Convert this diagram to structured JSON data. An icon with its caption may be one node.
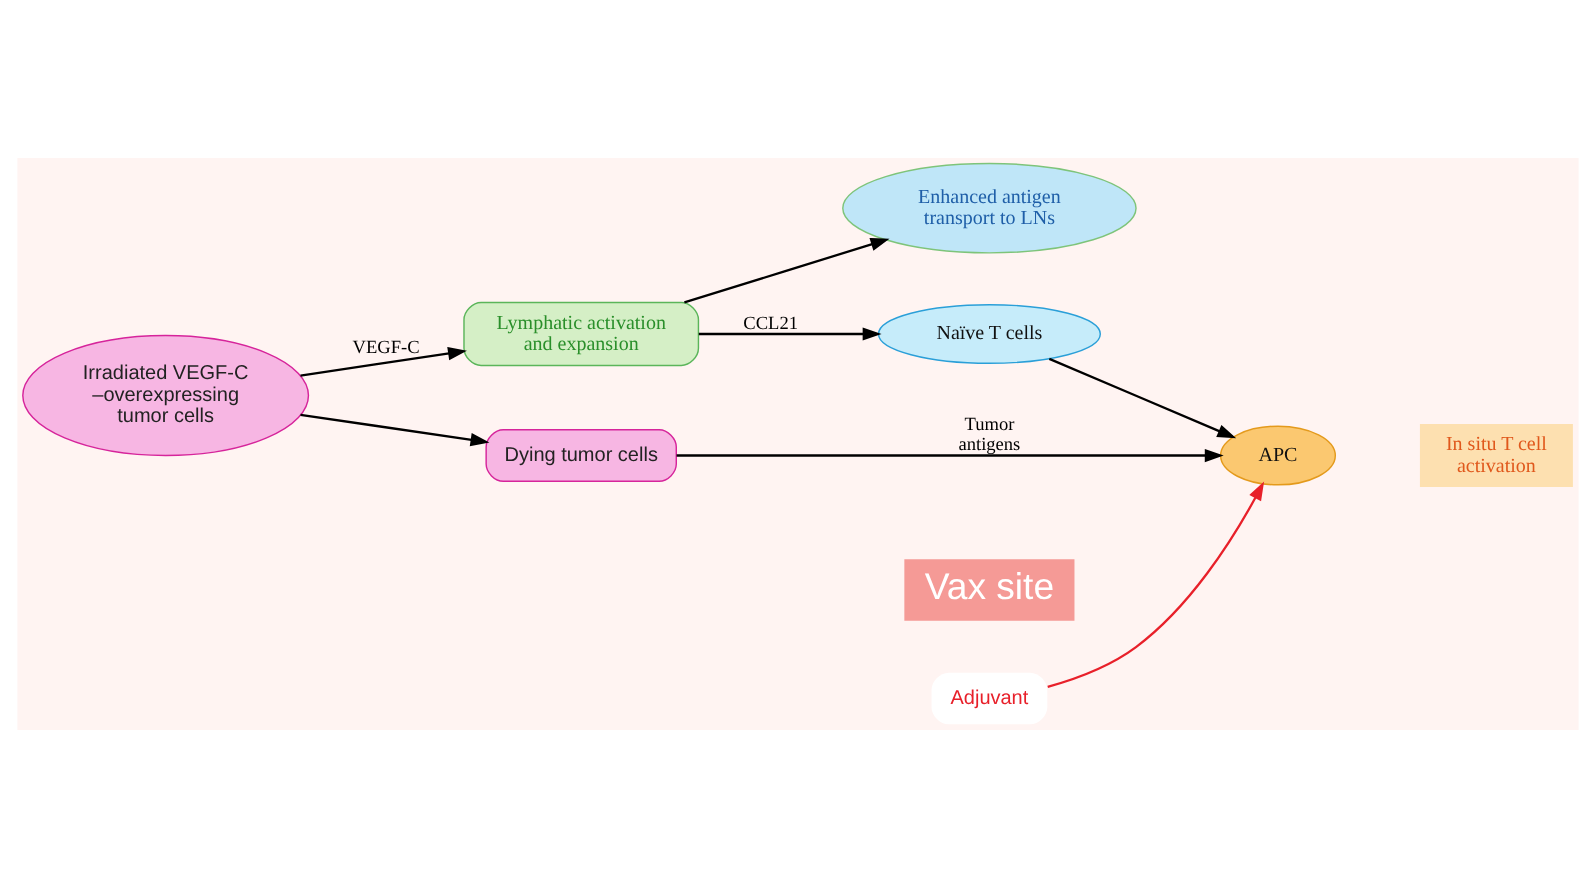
{
  "diagram": {
    "nodes": [
      {
        "text": [
          "Enhanced antigen transport to LNs"
        ]
      },
      {
        "text": [
          "Lymphatic activation and expansion"
        ]
      },
      {
        "text": [
          "Naïve T cells"
        ]
      },
      {
        "text": [
          "Irradiated VEGF-C –overexpressing tumor cells"
        ]
      },
      {
        "text": [
          "Dying tumor cells"
        ]
      },
      {
        "text": [
          "APC"
        ]
      },
      {
        "text": [
          "Adjuvant"
        ]
      }
    ],
    "edges": [
      {
        "from": 3,
        "to": 1,
        "arrow": "to",
        "label": "VEGF-C"
      },
      {
        "from": 1,
        "to": 0,
        "arrow": "to"
      },
      {
        "from": 1,
        "to": 2,
        "arrow": "to",
        "label": "CCL21"
      },
      {
        "from": 2,
        "to": 5,
        "arrow": "to"
      },
      {
        "from": 3,
        "to": 4,
        "arrow": "to"
      },
      {
        "from": 4,
        "to": 5,
        "arrow": "to",
        "label": "Tumor antigens"
      },
      {
        "from": 6,
        "to": 5,
        "arrow": "to",
        "color": "#e8202a"
      }
    ],
    "labels": [
      "Vax site",
      "In situ T cell activation"
    ]
  }
}
